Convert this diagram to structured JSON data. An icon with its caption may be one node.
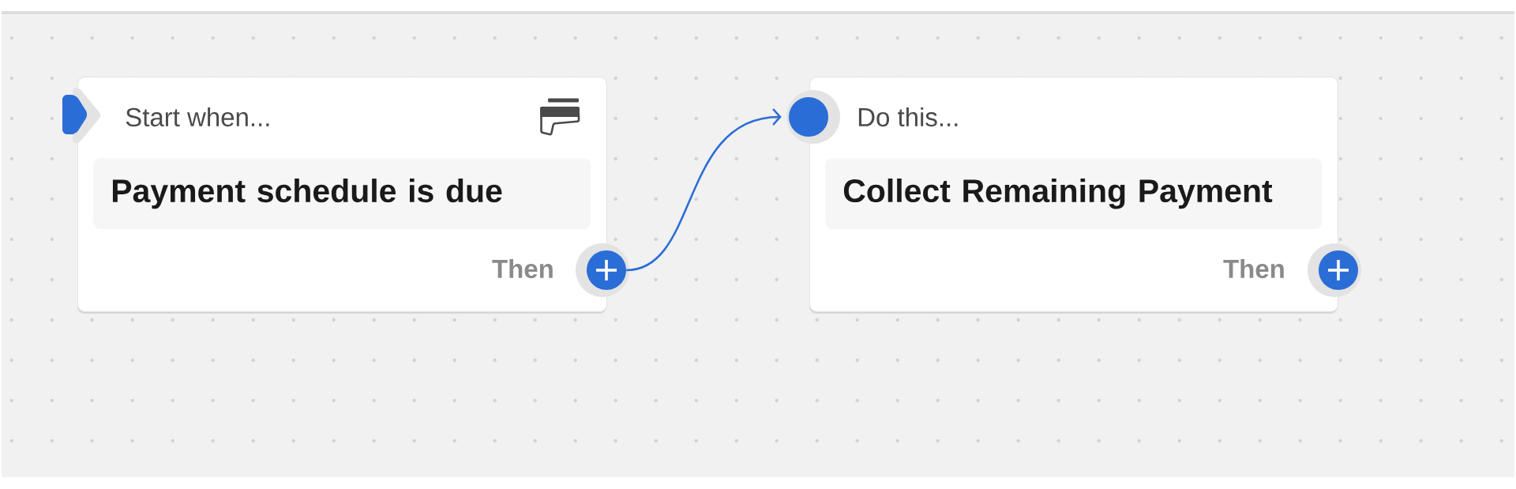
{
  "diagram": {
    "nodes": [
      {
        "text": [
          "Start when...",
          "Then"
        ]
      },
      {
        "text": [
          "Payment schedule is due"
        ],
        "in": 0
      },
      {
        "text": [],
        "shape": "circle"
      },
      {
        "text": [],
        "shape": "circle"
      },
      {
        "text": [
          "Do this...",
          "Then"
        ]
      },
      {
        "text": [
          "Collect Remaining Payment"
        ],
        "in": 4
      },
      {
        "text": [],
        "shape": "circle"
      }
    ],
    "edges": [
      {
        "from": 2,
        "to": 3,
        "arrow": "to"
      }
    ]
  }
}
